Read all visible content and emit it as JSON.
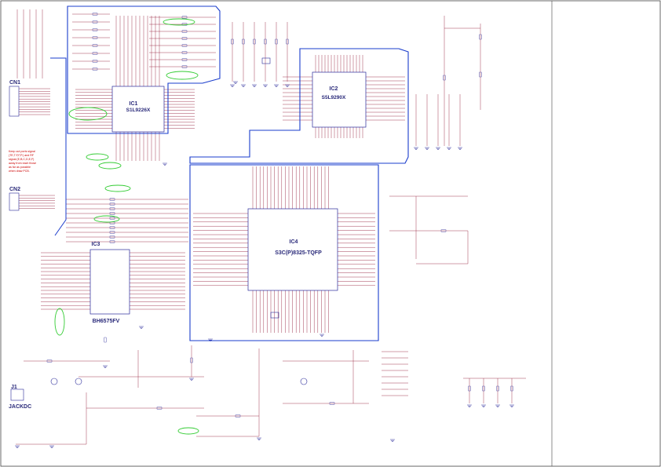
{
  "connectors": {
    "cn1": "CN1",
    "cn2": "CN2",
    "j1": "J1",
    "jackdc": "JACKDC"
  },
  "ics": [
    {
      "ref": "IC1",
      "part": "S1L9226X"
    },
    {
      "ref": "IC2",
      "part": "S5L9290X"
    },
    {
      "ref": "IC3",
      "part": "BH6575FV"
    },
    {
      "ref": "IC4",
      "part": "S3C(P)8325-TQFP"
    }
  ],
  "note_lines": [
    "Keep out ports signal",
    "(TE,T.F,F,P.) and RF",
    "signal (E,B,C,D,E,F)",
    "away from each those",
    "as far as possible",
    "when draw PCB."
  ],
  "colors": {
    "wire": "#8b0a2a",
    "bus": "#1a3ccc",
    "component": "#2a2a9a",
    "highlight": "#33cc33",
    "label_red": "#cc0000",
    "border": "#333333"
  }
}
